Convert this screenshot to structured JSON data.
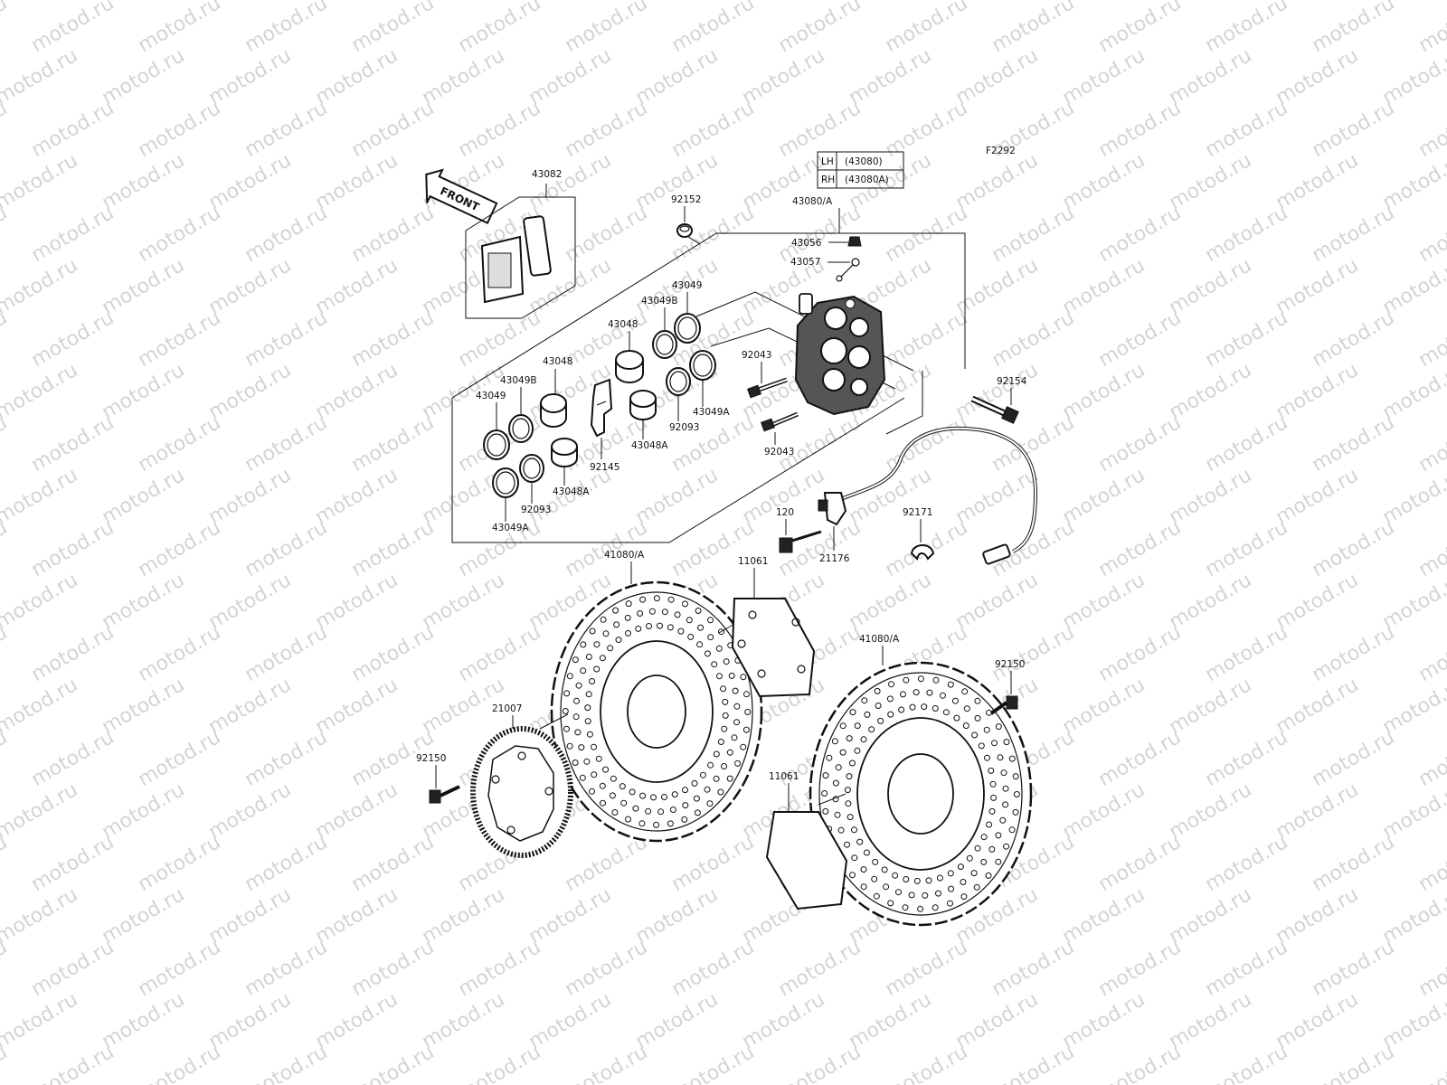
{
  "watermark": {
    "text": "motod.ru"
  },
  "figure": {
    "code": "F2292"
  },
  "front_arrow": {
    "text": "FRONT"
  },
  "variant_table": {
    "rows": [
      {
        "side": "LH",
        "part": "(43080)"
      },
      {
        "side": "RH",
        "part": "(43080A)"
      }
    ]
  },
  "labels": {
    "l43082": "43082",
    "l92152": "92152",
    "l43080A": "43080/A",
    "l43056": "43056",
    "l43057": "43057",
    "l43049_top": "43049",
    "l43049B_top": "43049B",
    "l43048_top": "43048",
    "l43048_left": "43048",
    "l43049B_left": "43049B",
    "l43049_left": "43049",
    "l92043_top": "92043",
    "l92043_bottom": "92043",
    "l43049A_right": "43049A",
    "l92093_right": "92093",
    "l43048A_right": "43048A",
    "l92145": "92145",
    "l43048A_left": "43048A",
    "l92093_left": "92093",
    "l43049A_left": "43049A",
    "l92154": "92154",
    "l120": "120",
    "l21176": "21176",
    "l92171": "92171",
    "l41080A_left": "41080/A",
    "l11061_top": "11061",
    "l41080A_right": "41080/A",
    "l92150_right": "92150",
    "l21007": "21007",
    "l92150_left": "92150",
    "l11061_bottom": "11061"
  }
}
